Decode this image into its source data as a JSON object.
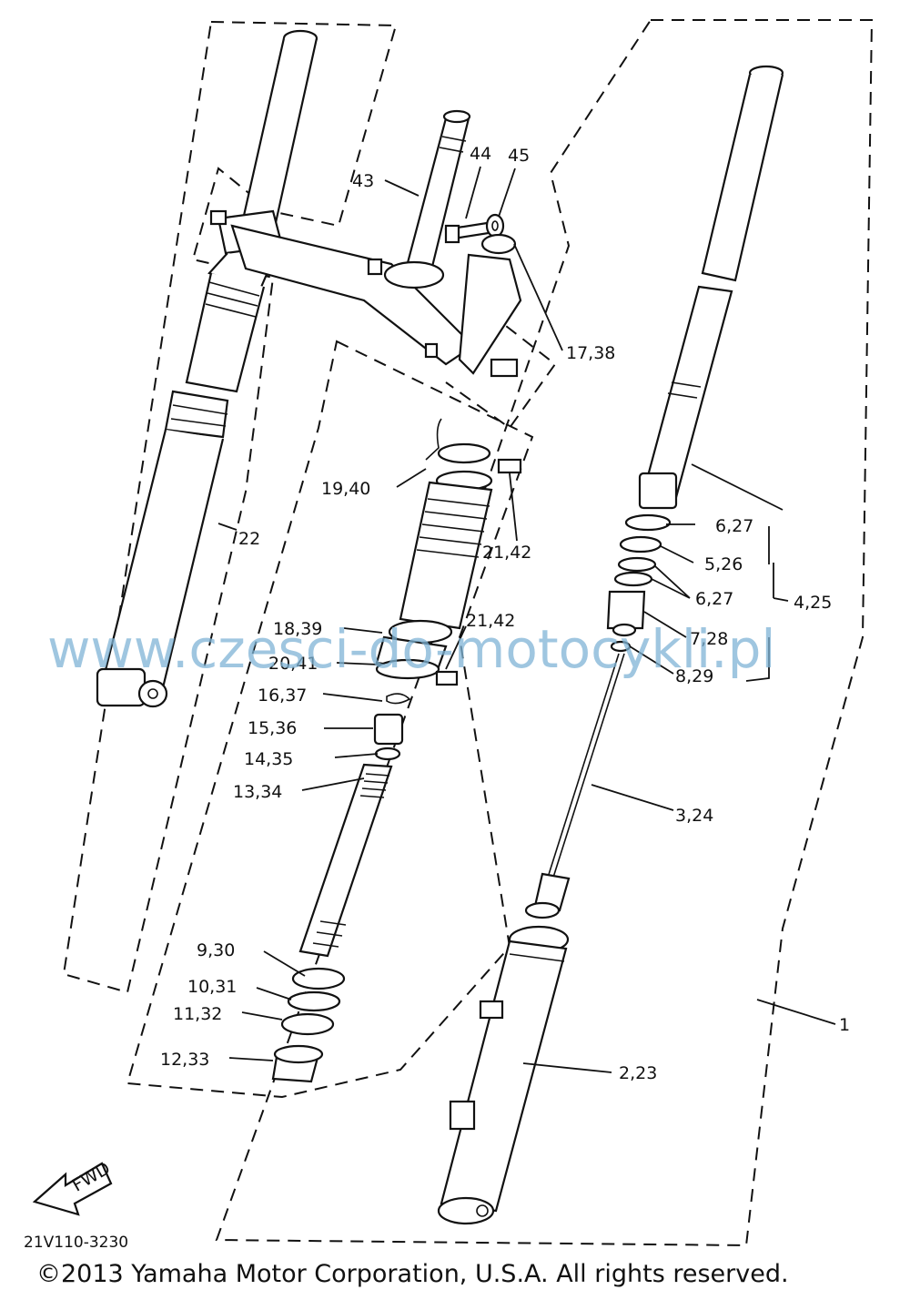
{
  "diagram": {
    "callouts": {
      "p43": "43",
      "p44": "44",
      "p45": "45",
      "p17_38": "17,38",
      "p19_40": "19,40",
      "p22": "22",
      "p21_42_a": "21,42",
      "p21_42_b": "21,42",
      "p18_39": "18,39",
      "p20_41": "20,41",
      "p16_37": "16,37",
      "p15_36": "15,36",
      "p14_35": "14,35",
      "p13_34": "13,34",
      "p6_27_a": "6,27",
      "p5_26": "5,26",
      "p6_27_b": "6,27",
      "p4_25": "4,25",
      "p7_28": "7,28",
      "p8_29": "8,29",
      "p3_24": "3,24",
      "p9_30": "9,30",
      "p10_31": "10,31",
      "p11_32": "11,32",
      "p12_33": "12,33",
      "p2_23": "2,23",
      "p1": "1"
    },
    "fwd_label": "FWD",
    "diagram_code": "21V110-3230",
    "watermark": "www.czesci-do-motocykli.pl",
    "copyright": "©2013 Yamaha Motor Corporation, U.S.A. All rights reserved."
  }
}
